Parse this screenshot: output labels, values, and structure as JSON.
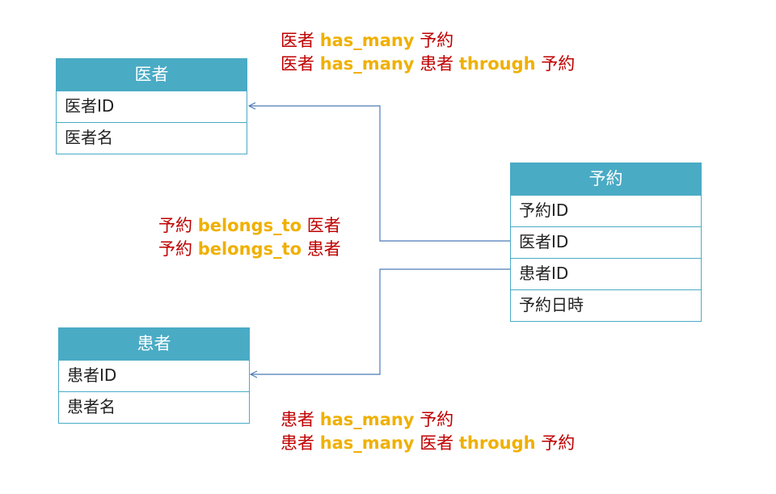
{
  "colors": {
    "header_bg": "#4aabc5",
    "connector": "#4a7ab8",
    "entity_text": "#c00000",
    "keyword_text": "#f0b000"
  },
  "entities": {
    "doctor": {
      "title": "医者",
      "fields": [
        "医者ID",
        "医者名"
      ]
    },
    "patient": {
      "title": "患者",
      "fields": [
        "患者ID",
        "患者名"
      ]
    },
    "appointment": {
      "title": "予約",
      "fields": [
        "予約ID",
        "医者ID",
        "患者ID",
        "予約日時"
      ]
    }
  },
  "notes": {
    "doctor": [
      {
        "a": "医者",
        "kw": "has_many",
        "b": "予約",
        "kw2": "",
        "c": ""
      },
      {
        "a": "医者",
        "kw": "has_many",
        "b": "患者",
        "kw2": "through",
        "c": "予約"
      }
    ],
    "appointment": [
      {
        "a": "予約",
        "kw": "belongs_to",
        "b": "医者",
        "kw2": "",
        "c": ""
      },
      {
        "a": "予約",
        "kw": "belongs_to",
        "b": "患者",
        "kw2": "",
        "c": ""
      }
    ],
    "patient": [
      {
        "a": "患者",
        "kw": "has_many",
        "b": "予約",
        "kw2": "",
        "c": ""
      },
      {
        "a": "患者",
        "kw": "has_many",
        "b": "医者",
        "kw2": "through",
        "c": "予約"
      }
    ]
  }
}
